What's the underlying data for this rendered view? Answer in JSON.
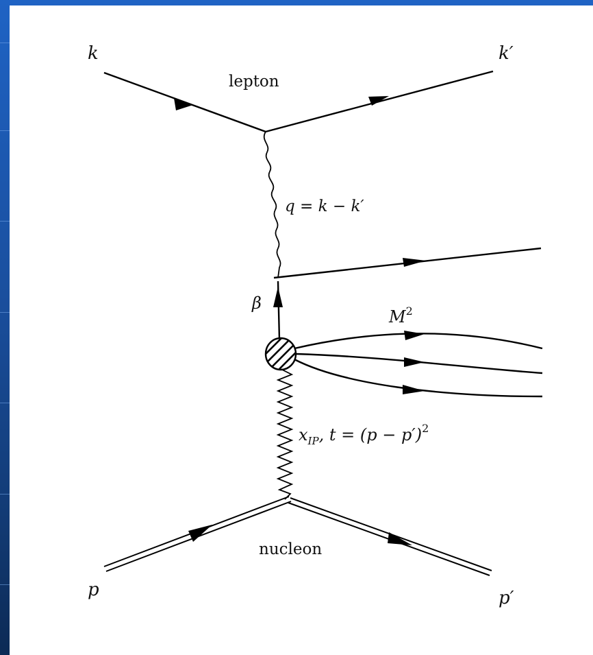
{
  "diagram": {
    "labels": {
      "k_in": "k",
      "k_out": "k′",
      "lepton": "lepton",
      "photon": "q = k − k′",
      "beta": "β",
      "mass": "M",
      "mass_exp": "2",
      "pomeron_x": "x",
      "pomeron_sub": "IP",
      "pomeron_t": ", t = (p − p′)",
      "pomeron_exp": "2",
      "nucleon": "nucleon",
      "p_in": "p",
      "p_out": "p′"
    },
    "colors": {
      "line": "#000000",
      "background": "#ffffff",
      "slide": "#1f5fbf"
    }
  }
}
